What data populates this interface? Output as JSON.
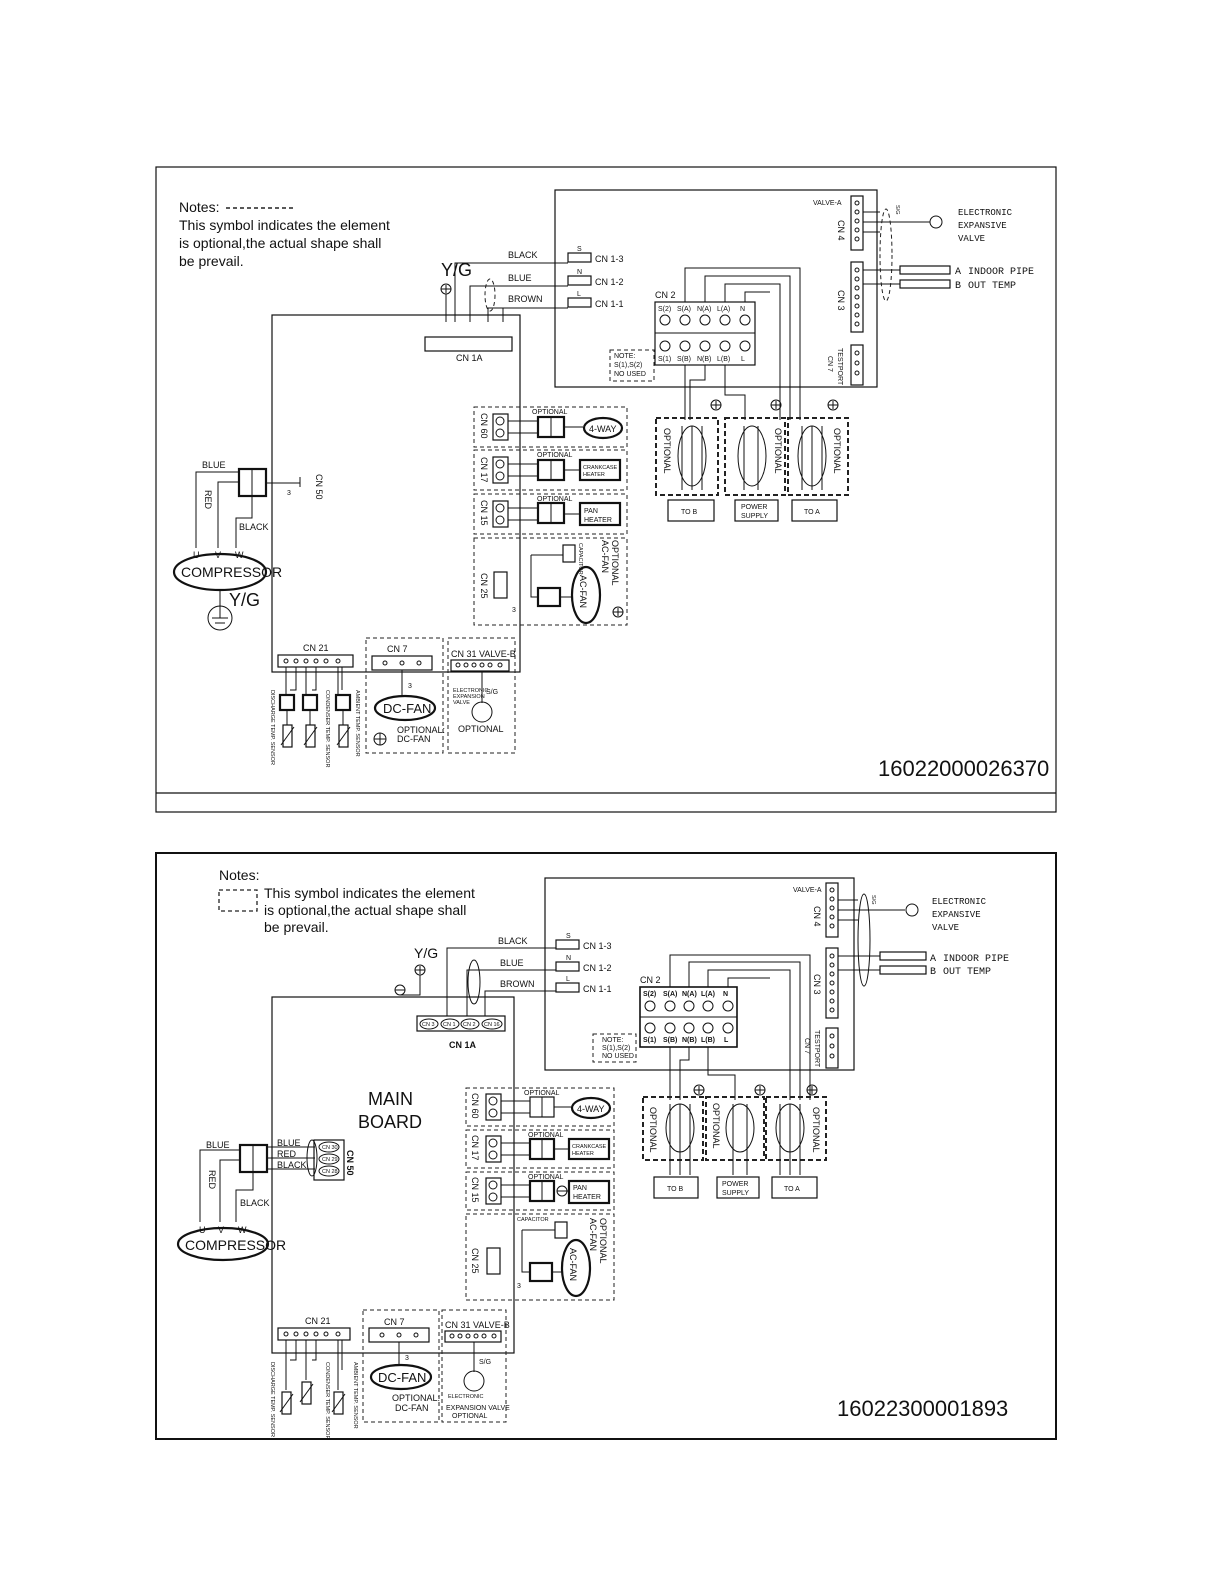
{
  "top": {
    "notes_title": "Notes:",
    "notes_lines": [
      "This symbol indicates the element",
      "is  optional,the actual shape shall",
      "be prevail."
    ],
    "wire_labels": {
      "black": "BLACK",
      "blue": "BLUE",
      "brown": "BROWN",
      "s": "S",
      "n": "N",
      "l": "L",
      "cn13": "CN 1-3",
      "cn12": "CN 1-2",
      "cn11": "CN 1-1",
      "yg": "Y/G",
      "cn1a": "CN 1A"
    },
    "cn2": "CN 2",
    "terminals_top": [
      "S(2)",
      "S(A)",
      "N(A)",
      "L(A)",
      "N"
    ],
    "terminals_bottom": [
      "S(1)",
      "S(B)",
      "N(B)",
      "L(B)",
      "L"
    ],
    "note_box": [
      "NOTE:",
      "S(1),S(2)",
      "NO USED"
    ],
    "valve_a": "VALVE-A",
    "cn4": "CN 4",
    "cn3": "CN 3",
    "testport": "TESTPORT",
    "cn7r": "CN 7",
    "eev": [
      "ELECTRONIC",
      "EXPANSIVE",
      "VALVE"
    ],
    "sensor": [
      "INDOOR PIPE",
      "OUT TEMP"
    ],
    "sensor_ab": [
      "A",
      "B"
    ],
    "optional": "OPTIONAL",
    "to_b": "TO B",
    "power_supply": [
      "POWER",
      "SUPPLY"
    ],
    "to_a": "TO A",
    "cn60": "CN 60",
    "cn17": "CN 17",
    "cn15": "CN 15",
    "cn25": "CN 25",
    "four_way": "4-WAY",
    "crankcase": [
      "CRANKCASE",
      "HEATER"
    ],
    "pan": [
      "PAN",
      "HEATER"
    ],
    "acfan": "AC-FAN",
    "optional_acfan": [
      "OPTIONAL",
      "AC-FAN"
    ],
    "capacitor": "CAPACITOR",
    "cn50": "CN 50",
    "blue": "BLUE",
    "red": "RED",
    "black": "BLACK",
    "uvw": [
      "U",
      "V",
      "W"
    ],
    "compressor": "COMPRESSOR",
    "yg2": "Y/G",
    "cn21": "CN 21",
    "cn7": "CN 7",
    "cn31": "CN 31 VALVE-B",
    "dcfan": "DC-FAN",
    "optional_dcfan": [
      "OPTIONAL:",
      "DC-FAN"
    ],
    "eev_small": [
      "ELECTRONIC",
      "EXPANSION",
      "VALVE"
    ],
    "sg": "S/G",
    "optional_word": "OPTIONAL",
    "three": "3",
    "sensors_v": [
      "DISCHARGE TEMP. SENSOR",
      "CONDENSER TEMP. SENSOR",
      "AMBIENT TEMP. SENSOR"
    ],
    "part_code": "16022000026370"
  },
  "bottom": {
    "notes_title": "Notes:",
    "notes_lines": [
      "This symbol indicates the element",
      "is  optional,the actual shape shall",
      "be prevail."
    ],
    "wire_labels": {
      "black": "BLACK",
      "blue": "BLUE",
      "brown": "BROWN",
      "s": "S",
      "n": "N",
      "l": "L",
      "cn13": "CN 1-3",
      "cn12": "CN 1-2",
      "cn11": "CN 1-1",
      "yg": "Y/G",
      "cn1a": "CN 1A"
    },
    "cn1a_pins": [
      "CN 3",
      "CN 1",
      "CN 2",
      "CN 16"
    ],
    "main_board": [
      "MAIN",
      "BOARD"
    ],
    "cn2": "CN 2",
    "terminals_top": [
      "S(2)",
      "S(A)",
      "N(A)",
      "L(A)",
      "N"
    ],
    "terminals_bottom": [
      "S(1)",
      "S(B)",
      "N(B)",
      "L(B)",
      "L"
    ],
    "note_box": [
      "NOTE:",
      "S(1),S(2)",
      "NO USED"
    ],
    "valve_a": "VALVE-A",
    "cn4": "CN 4",
    "cn3": "CN 3",
    "testport": "TESTPORT",
    "cn7r": "CN 7",
    "eev": [
      "ELECTRONIC",
      "EXPANSIVE",
      "VALVE"
    ],
    "sensor": [
      "INDOOR PIPE",
      "OUT TEMP"
    ],
    "sensor_ab": [
      "A",
      "B"
    ],
    "optional": "OPTIONAL",
    "to_b": "TO B",
    "power_supply": [
      "POWER",
      "SUPPLY"
    ],
    "to_a": "TO A",
    "cn60": "CN 60",
    "cn17": "CN 17",
    "cn15": "CN 15",
    "cn25": "CN 25",
    "four_way": "4-WAY",
    "crankcase": [
      "CRANKCASE",
      "HEATER"
    ],
    "pan": [
      "PAN",
      "HEATER"
    ],
    "acfan": "AC-FAN",
    "optional_acfan": [
      "OPTIONAL",
      "AC-FAN"
    ],
    "capacitor": "CAPACITOR",
    "cn50": "CN 50",
    "cn50_pins": [
      "CN 30",
      "CN 29",
      "CN 28"
    ],
    "blue": "BLUE",
    "red": "RED",
    "black": "BLACK",
    "uvw": [
      "U",
      "V",
      "W"
    ],
    "compressor": "COMPRESSOR",
    "cn21": "CN 21",
    "cn7": "CN 7",
    "cn31": "CN 31 VALVE-B",
    "dcfan": "DC-FAN",
    "optional_dcfan": [
      "OPTIONAL:",
      "DC-FAN"
    ],
    "eev_small": [
      "ELECTRONIC",
      "EXPANSION VALVE",
      "OPTIONAL"
    ],
    "sg": "S/G",
    "three": "3",
    "sensors_v": [
      "DISCHARGE TEMP. SENSOR",
      "CONDENSER TEMP. SENSOR",
      "AMBIENT TEMP. SENSOR"
    ],
    "part_code": "16022300001893"
  }
}
